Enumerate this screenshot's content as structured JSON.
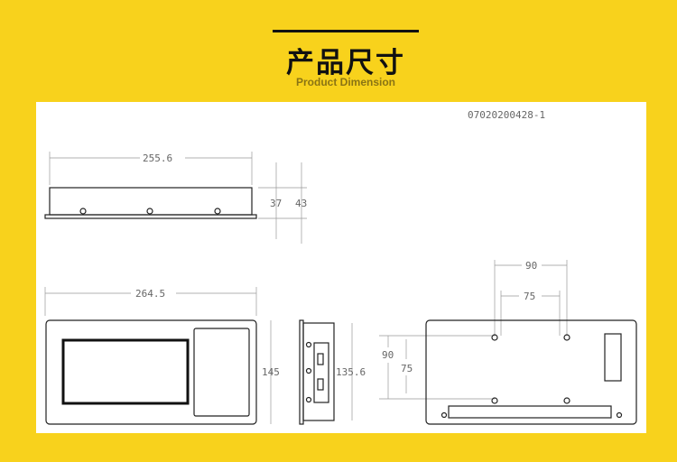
{
  "header": {
    "title": "产品尺寸",
    "subtitle": "Product Dimension"
  },
  "drawing": {
    "drawing_number": "07020200428-1",
    "dimensions": {
      "top_width": "255.6",
      "top_depth_a": "37",
      "top_depth_b": "43",
      "front_width": "264.5",
      "front_height": "145",
      "side_height": "135.6",
      "rear_hole_h_outer": "90",
      "rear_hole_h_inner": "75",
      "rear_hole_v_outer": "90",
      "rear_hole_v_inner": "75"
    }
  }
}
